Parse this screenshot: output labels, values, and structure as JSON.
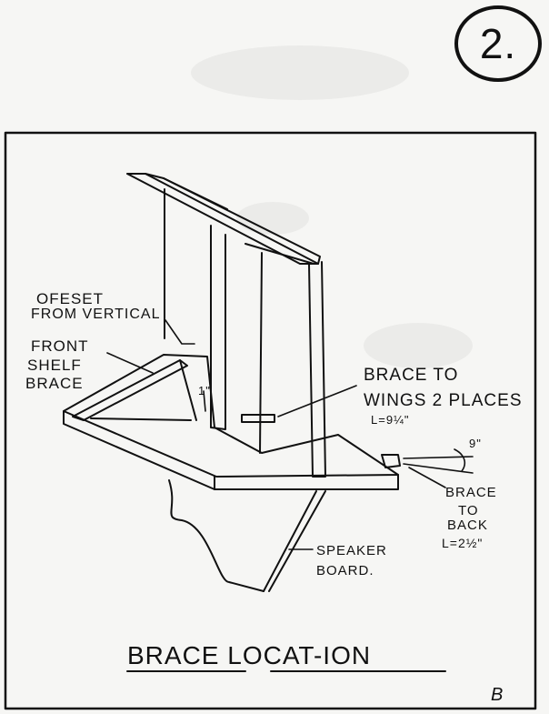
{
  "page_number": "2.",
  "labels": {
    "offset_line1": "OFESET",
    "offset_line2": "FROM VERTICAL",
    "front_line1": "FRONT",
    "front_line2": "SHELF",
    "front_line3": "BRACE",
    "inch_mark": "1\"",
    "brace_wings_line1": "BRACE TO",
    "brace_wings_line2": "WINGS 2 PLACES",
    "brace_wings_length": "L=9¼\"",
    "angle": "9\"",
    "brace_back_line1": "BRACE",
    "brace_back_line2": "TO",
    "brace_back_line3": "BACK",
    "brace_back_length": "L=2½\"",
    "speaker_line1": "SPEAKER",
    "speaker_line2": "BOARD."
  },
  "title": "BRACE LOCAT-ION",
  "signature": "B"
}
